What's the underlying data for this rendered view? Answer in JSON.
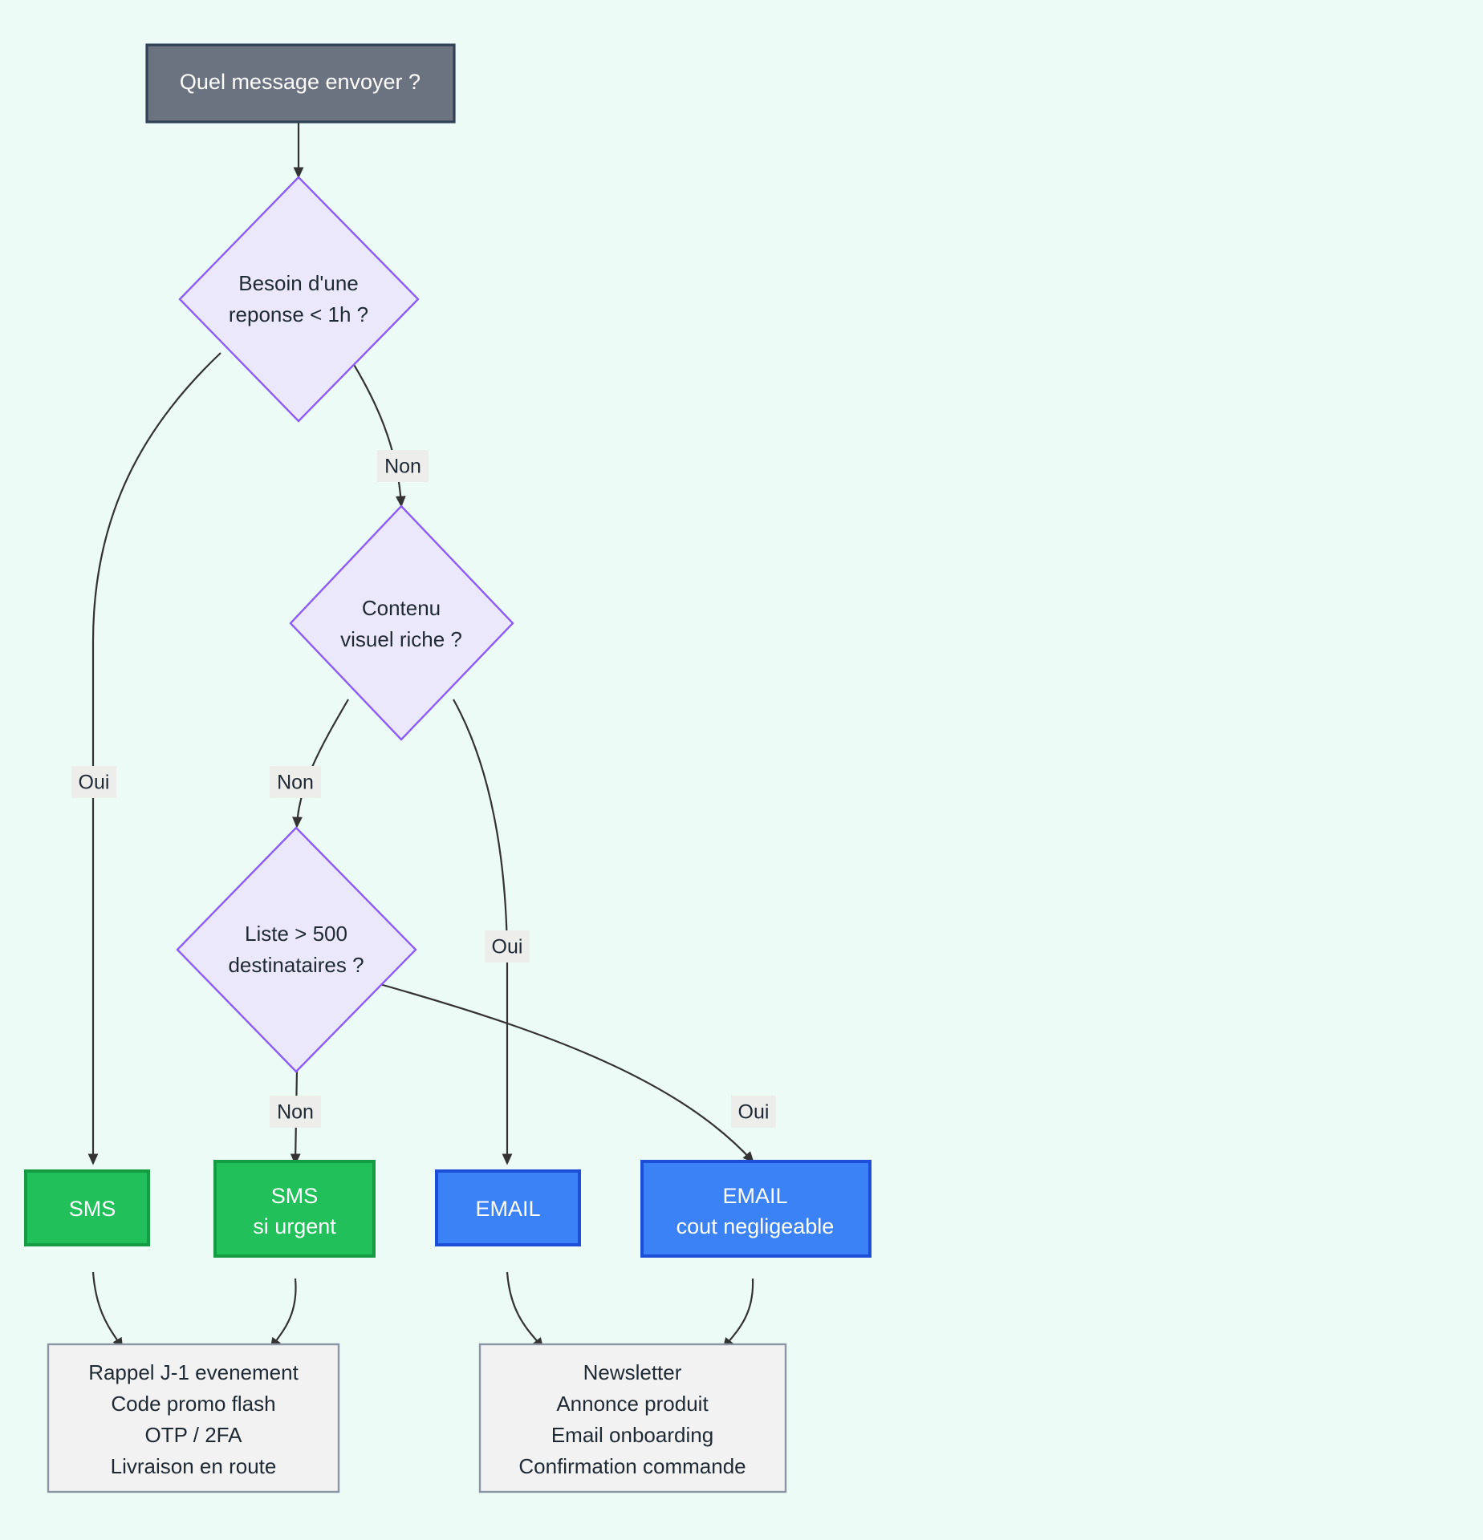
{
  "diagram": {
    "title": "Quel message envoyer ?",
    "background_color": "#ecfbf6",
    "type": "flowchart",
    "direction": "top-down"
  },
  "nodes": {
    "start": {
      "id": "start",
      "shape": "rectangle",
      "label": "Quel message envoyer ?",
      "fill": "#6b7280",
      "stroke": "#334155",
      "text_color": "#ffffff"
    },
    "decision1": {
      "id": "decision1",
      "shape": "diamond",
      "line1": "Besoin d'une",
      "line2": "reponse < 1h ?",
      "fill": "#ece8fb",
      "stroke": "#8b5cf6",
      "text_color": "#1f2933"
    },
    "decision2": {
      "id": "decision2",
      "shape": "diamond",
      "line1": "Contenu",
      "line2": "visuel riche ?",
      "fill": "#ece8fb",
      "stroke": "#8b5cf6",
      "text_color": "#1f2933"
    },
    "decision3": {
      "id": "decision3",
      "shape": "diamond",
      "line1": "Liste > 500",
      "line2": "destinataires ?",
      "fill": "#ece8fb",
      "stroke": "#8b5cf6",
      "text_color": "#1f2933"
    },
    "sms1": {
      "id": "sms1",
      "shape": "rectangle",
      "line1": "SMS",
      "line2": "",
      "fill": "#22c05a",
      "stroke": "#159c43",
      "text_color": "#ffffff"
    },
    "sms2": {
      "id": "sms2",
      "shape": "rectangle",
      "line1": "SMS",
      "line2": "si urgent",
      "fill": "#22c05a",
      "stroke": "#159c43",
      "text_color": "#ffffff"
    },
    "email1": {
      "id": "email1",
      "shape": "rectangle",
      "line1": "EMAIL",
      "line2": "",
      "fill": "#3b82f6",
      "stroke": "#1d4ed8",
      "text_color": "#ffffff"
    },
    "email2": {
      "id": "email2",
      "shape": "rectangle",
      "line1": "EMAIL",
      "line2": "cout negligeable",
      "fill": "#3b82f6",
      "stroke": "#1d4ed8",
      "text_color": "#ffffff"
    },
    "sms_examples": {
      "id": "sms_examples",
      "shape": "rectangle",
      "items": [
        "Rappel J-1 evenement",
        "Code promo flash",
        "OTP / 2FA",
        "Livraison en route"
      ],
      "fill": "#f2f2f2",
      "stroke": "#8a95a5",
      "text_color": "#1f2933"
    },
    "email_examples": {
      "id": "email_examples",
      "shape": "rectangle",
      "items": [
        "Newsletter",
        "Annonce produit",
        "Email onboarding",
        "Confirmation commande"
      ],
      "fill": "#f2f2f2",
      "stroke": "#8a95a5",
      "text_color": "#1f2933"
    }
  },
  "edges": [
    {
      "id": "e-start-d1",
      "from": "start",
      "to": "decision1",
      "label": ""
    },
    {
      "id": "e-d1-sms1",
      "from": "decision1",
      "to": "sms1",
      "label": "Oui"
    },
    {
      "id": "e-d1-d2",
      "from": "decision1",
      "to": "decision2",
      "label": "Non"
    },
    {
      "id": "e-d2-d3",
      "from": "decision2",
      "to": "decision3",
      "label": "Non"
    },
    {
      "id": "e-d2-email1",
      "from": "decision2",
      "to": "email1",
      "label": "Oui"
    },
    {
      "id": "e-d3-sms2",
      "from": "decision3",
      "to": "sms2",
      "label": "Non"
    },
    {
      "id": "e-d3-email2",
      "from": "decision3",
      "to": "email2",
      "label": "Oui"
    },
    {
      "id": "e-sms1-ex",
      "from": "sms1",
      "to": "sms_examples",
      "label": ""
    },
    {
      "id": "e-sms2-ex",
      "from": "sms2",
      "to": "sms_examples",
      "label": ""
    },
    {
      "id": "e-email1-ex",
      "from": "email1",
      "to": "email_examples",
      "label": ""
    },
    {
      "id": "e-email2-ex",
      "from": "email2",
      "to": "email_examples",
      "label": ""
    }
  ]
}
